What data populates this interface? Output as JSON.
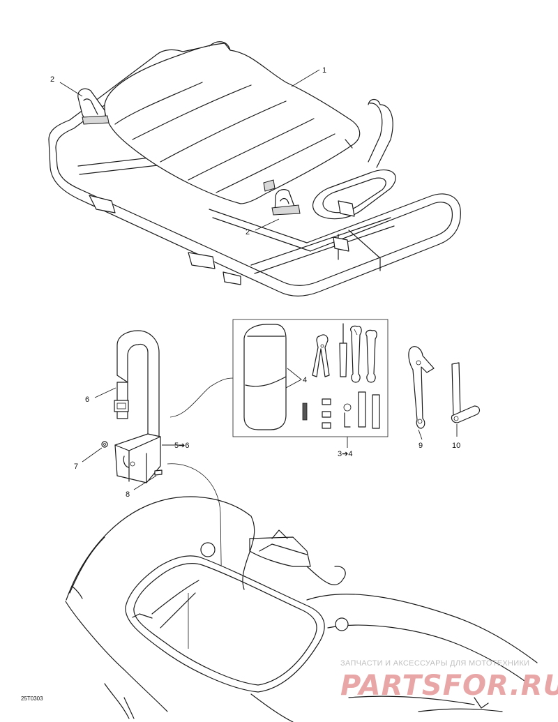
{
  "callouts": {
    "c1": "1",
    "c2a": "2",
    "c2b": "2",
    "c3_4": "3➔4",
    "c4": "4",
    "c5_6": "5➔6",
    "c6": "6",
    "c7": "7",
    "c8": "8",
    "c9": "9",
    "c10": "10"
  },
  "drawing_code": "25T0303",
  "watermark": {
    "tagline": "ЗАПЧАСТИ И АКСЕССУАРЫ ДЛЯ МОТОТЕХНИКИ",
    "brand": "PARTSFOR.RU"
  }
}
